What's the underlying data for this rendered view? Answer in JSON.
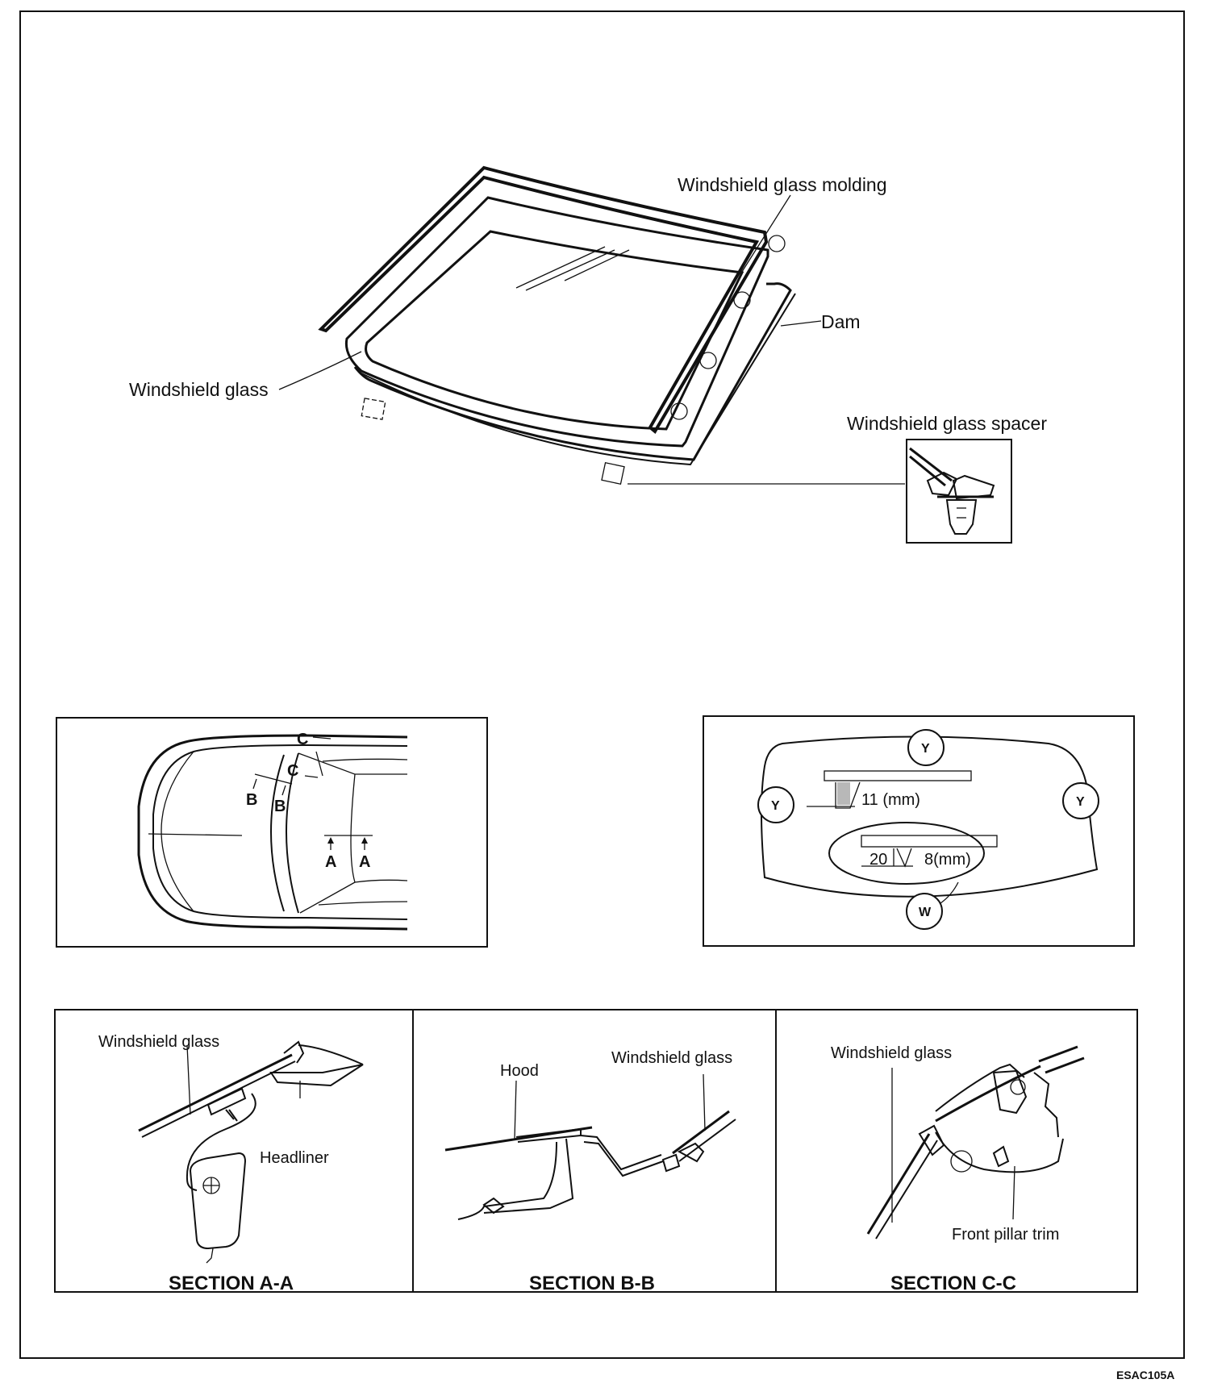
{
  "figure_code": "ESAC105A",
  "main_view": {
    "labels": {
      "molding": "Windshield glass molding",
      "dam": "Dam",
      "glass": "Windshield glass",
      "spacer": "Windshield glass spacer"
    }
  },
  "car_top_view": {
    "markers": {
      "a": "A",
      "b": "B",
      "c": "C"
    }
  },
  "glass_spec_view": {
    "markers": {
      "y": "Y",
      "w": "W"
    },
    "dims": {
      "upper": "11 (mm)",
      "lower_width": "20",
      "lower": "8(mm)"
    }
  },
  "sections": [
    {
      "title": "SECTION A-A",
      "labels": {
        "glass": "Windshield glass",
        "headliner": "Headliner"
      }
    },
    {
      "title": "SECTION B-B",
      "labels": {
        "hood": "Hood",
        "glass": "Windshield glass"
      }
    },
    {
      "title": "SECTION C-C",
      "labels": {
        "glass": "Windshield glass",
        "trim": "Front pillar trim"
      }
    }
  ]
}
